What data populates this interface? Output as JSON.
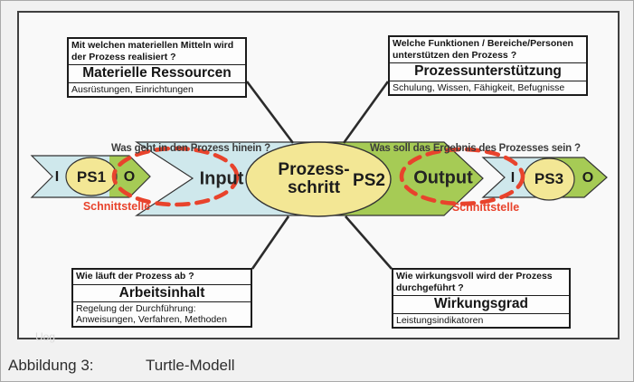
{
  "page": {
    "caption_label": "Abbildung 3:",
    "caption_title": "Turtle-Modell",
    "watermark": "Uog"
  },
  "colors": {
    "band_blue": "#cfe8ec",
    "band_green": "#a6cb55",
    "ellipse_yellow": "#f3e795",
    "interface_red": "#e8432c",
    "line_dark": "#2b2b2b"
  },
  "boxes": {
    "top_left": {
      "question": "Mit welchen materiellen Mitteln wird der Prozess realisiert ?",
      "title": "Materielle Ressourcen",
      "subtitle": "Ausrüstungen, Einrichtungen"
    },
    "top_right": {
      "question": "Welche Funktionen / Bereiche/Personen unterstützen den Prozess ?",
      "title": "Prozessunterstützung",
      "subtitle": "Schulung, Wissen, Fähigkeit, Befugnisse"
    },
    "bottom_left": {
      "question": "Wie läuft der Prozess ab ?",
      "title": "Arbeitsinhalt",
      "subtitle": "Regelung der Durchführung: Anweisungen, Verfahren, Methoden"
    },
    "bottom_right": {
      "question": "Wie wirkungsvoll wird der Prozess durchgeführt ?",
      "title": "Wirkungsgrad",
      "subtitle": "Leistungsindikatoren"
    }
  },
  "flow": {
    "question_in": "Was geht in den Prozess hinein ?",
    "question_out": "Was soll das Ergebnis des Prozesses sein ?",
    "input_label": "Input",
    "output_label": "Output",
    "process_line1": "Prozess-",
    "process_line2": "schritt",
    "ps1": "PS1",
    "ps2": "PS2",
    "ps3": "PS3",
    "in_letter": "I",
    "out_letter": "O",
    "interface_label": "Schnittstelle"
  }
}
